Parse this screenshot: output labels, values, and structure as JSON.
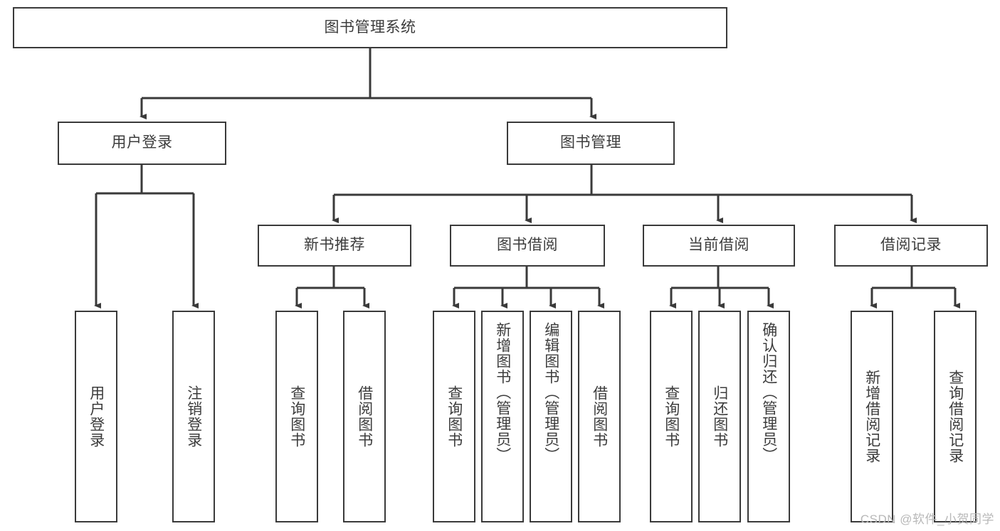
{
  "diagram": {
    "title": "图书管理系统",
    "type": "tree",
    "colors": {
      "box_border": "#3a3a3a",
      "box_fill": "#ffffff",
      "connector": "#3a3a3a",
      "text": "#3c3c3c",
      "watermark": "#b8b8b8",
      "background": "#ffffff"
    },
    "root": {
      "id": "root",
      "label": "图书管理系统",
      "orientation": "horizontal"
    },
    "level1": [
      {
        "id": "user-login",
        "label": "用户登录",
        "orientation": "horizontal"
      },
      {
        "id": "book-manage",
        "label": "图书管理",
        "orientation": "horizontal"
      }
    ],
    "level2": [
      {
        "id": "new-book-recommend",
        "label": "新书推荐",
        "orientation": "horizontal",
        "parent": "book-manage"
      },
      {
        "id": "book-borrow",
        "label": "图书借阅",
        "orientation": "horizontal",
        "parent": "book-manage"
      },
      {
        "id": "current-borrow",
        "label": "当前借阅",
        "orientation": "horizontal",
        "parent": "book-manage"
      },
      {
        "id": "borrow-record",
        "label": "借阅记录",
        "orientation": "horizontal",
        "parent": "book-manage"
      }
    ],
    "leaves": [
      {
        "id": "leaf-user-login",
        "label": "用户登录",
        "orientation": "vertical",
        "parent": "user-login"
      },
      {
        "id": "leaf-logout",
        "label": "注销登录",
        "orientation": "vertical",
        "parent": "user-login"
      },
      {
        "id": "leaf-query-book-1",
        "label": "查询图书",
        "orientation": "vertical",
        "parent": "new-book-recommend"
      },
      {
        "id": "leaf-borrow-book-1",
        "label": "借阅图书",
        "orientation": "vertical",
        "parent": "new-book-recommend"
      },
      {
        "id": "leaf-query-book-2",
        "label": "查询图书",
        "orientation": "vertical",
        "parent": "book-borrow"
      },
      {
        "id": "leaf-add-book",
        "label": "新增图书（管理员）",
        "orientation": "vertical",
        "parent": "book-borrow"
      },
      {
        "id": "leaf-edit-book",
        "label": "编辑图书（管理员）",
        "orientation": "vertical",
        "parent": "book-borrow"
      },
      {
        "id": "leaf-borrow-book-2",
        "label": "借阅图书",
        "orientation": "vertical",
        "parent": "book-borrow"
      },
      {
        "id": "leaf-query-book-3",
        "label": "查询图书",
        "orientation": "vertical",
        "parent": "current-borrow"
      },
      {
        "id": "leaf-return-book",
        "label": "归还图书",
        "orientation": "vertical",
        "parent": "current-borrow"
      },
      {
        "id": "leaf-confirm-return",
        "label": "确认归还（管理员）",
        "orientation": "vertical",
        "parent": "current-borrow"
      },
      {
        "id": "leaf-add-record",
        "label": "新增借阅记录",
        "orientation": "vertical",
        "parent": "borrow-record"
      },
      {
        "id": "leaf-query-record",
        "label": "查询借阅记录",
        "orientation": "vertical",
        "parent": "borrow-record"
      }
    ]
  },
  "watermark": {
    "text": "CSDN @软件_小贺同学"
  }
}
